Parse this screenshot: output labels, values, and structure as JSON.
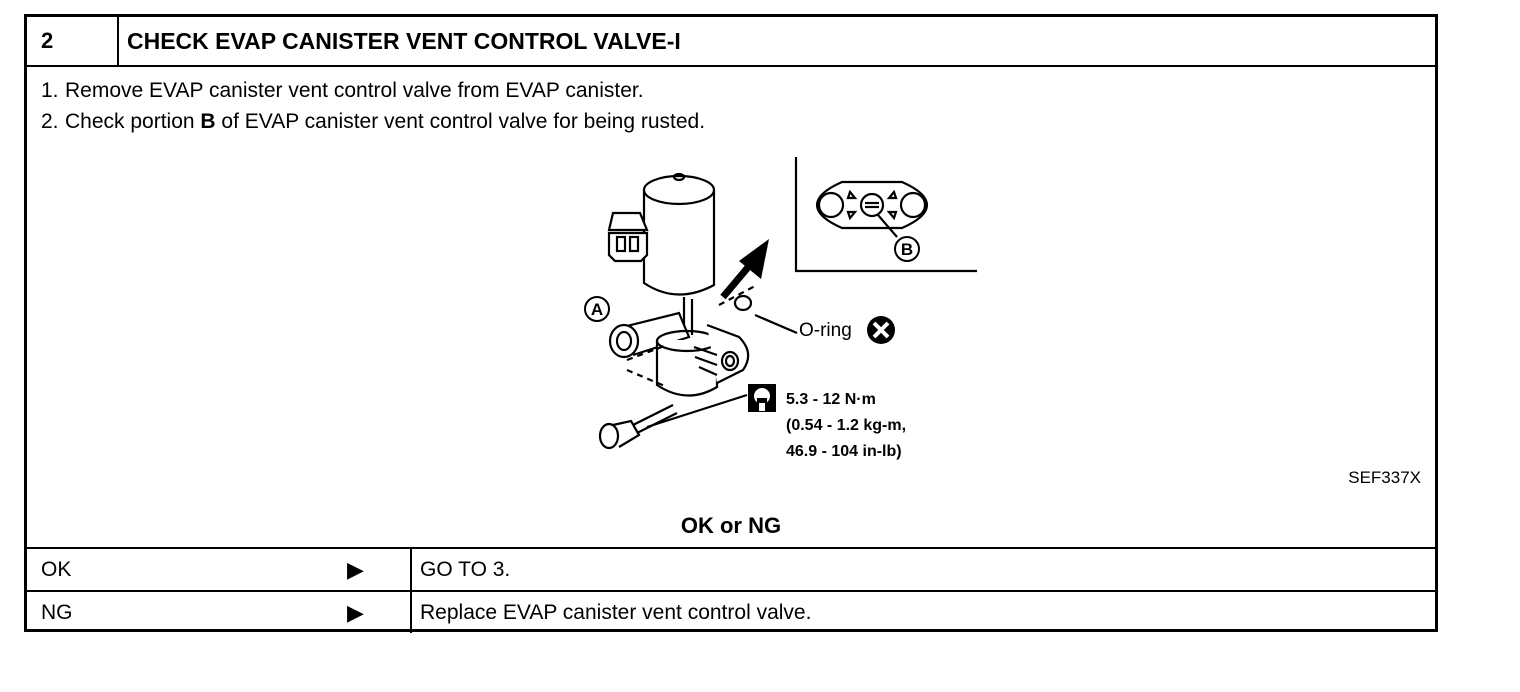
{
  "step": {
    "number": "2",
    "title": "CHECK EVAP CANISTER VENT CONTROL VALVE-I"
  },
  "instructions": [
    {
      "num": "1.",
      "text_before": "Remove EVAP canister vent control valve from EVAP canister.",
      "bold": "",
      "text_after": ""
    },
    {
      "num": "2.",
      "text_before": "Check portion ",
      "bold": "B",
      "text_after": " of EVAP canister vent control valve for being rusted."
    }
  ],
  "figure": {
    "label_a": "A",
    "label_b": "B",
    "oring_label": "O-ring",
    "torque_line1": "5.3 - 12 N·m",
    "torque_line2": "(0.54 - 1.2 kg-m,",
    "torque_line3": "46.9 - 104 in-lb)",
    "code": "SEF337X"
  },
  "decision": {
    "prompt": "OK or NG",
    "results": [
      {
        "label": "OK",
        "arrow": "▶",
        "action": "GO TO 3."
      },
      {
        "label": "NG",
        "arrow": "▶",
        "action": "Replace EVAP canister vent control valve."
      }
    ]
  }
}
